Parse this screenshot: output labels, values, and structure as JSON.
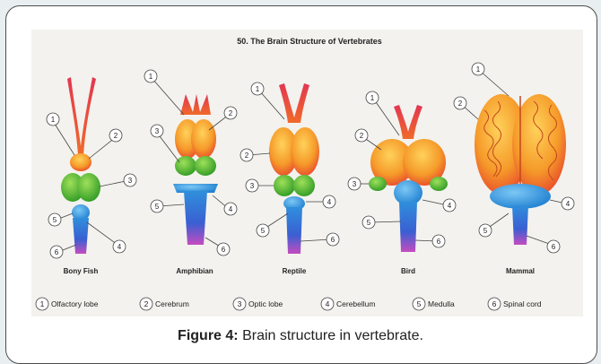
{
  "figure": {
    "title": "50.  The Brain Structure of Vertebrates",
    "animals": [
      "Bony Fish",
      "Amphibian",
      "Reptile",
      "Bird",
      "Mammal"
    ],
    "legend": [
      {
        "num": "1",
        "label": "Olfactory lobe"
      },
      {
        "num": "2",
        "label": "Cerebrum"
      },
      {
        "num": "3",
        "label": "Optic lobe"
      },
      {
        "num": "4",
        "label": "Cerebellum"
      },
      {
        "num": "5",
        "label": "Medulla"
      },
      {
        "num": "6",
        "label": "Spinal cord"
      }
    ],
    "colors": {
      "olfactory": "#e0303a",
      "cerebrum": "#f39a2c",
      "optic": "#4fae2a",
      "cerebellum": "#2f8fdc",
      "spinal": "#4b5ed0"
    }
  },
  "caption": {
    "label": "Figure 4:",
    "text": "Brain structure in vertebrate."
  }
}
